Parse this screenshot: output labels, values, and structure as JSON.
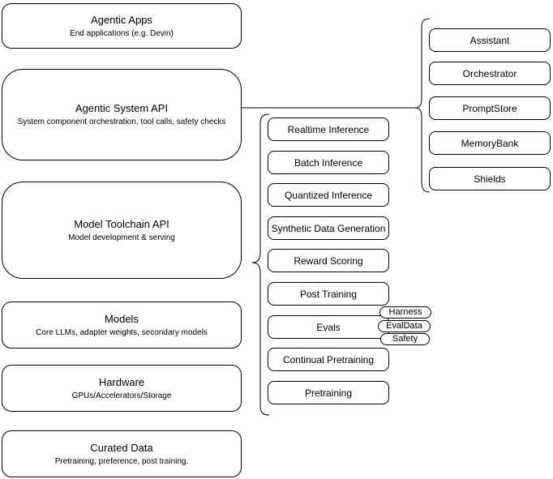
{
  "diagram": {
    "layers": [
      {
        "title": "Agentic Apps",
        "subtitle": "End applications (e.g. Devin)"
      },
      {
        "title": "Agentic System API",
        "subtitle": "System component orchestration, tool calls, safety checks"
      },
      {
        "title": "Model Toolchain API",
        "subtitle": "Model development & serving"
      },
      {
        "title": "Models",
        "subtitle": "Core LLMs, adapter weights, secondary models"
      },
      {
        "title": "Hardware",
        "subtitle": "GPUs/Accelerators/Storage"
      },
      {
        "title": "Curated Data",
        "subtitle": "Pretraining, preference, post training."
      }
    ],
    "toolchain_capabilities": [
      "Realtime Inference",
      "Batch Inference",
      "Quantized Inference",
      "Synthetic Data Generation",
      "Reward Scoring",
      "Post Training",
      "Evals",
      "Continual Pretraining",
      "Pretraining"
    ],
    "eval_components": [
      "Harness",
      "EvalData",
      "Safety"
    ],
    "system_components": [
      "Assistant",
      "Orchestrator",
      "PromptStore",
      "MemoryBank",
      "Shields"
    ],
    "colors": {
      "stroke": "#000000",
      "fill": "#ffffff",
      "text": "#000000"
    }
  }
}
